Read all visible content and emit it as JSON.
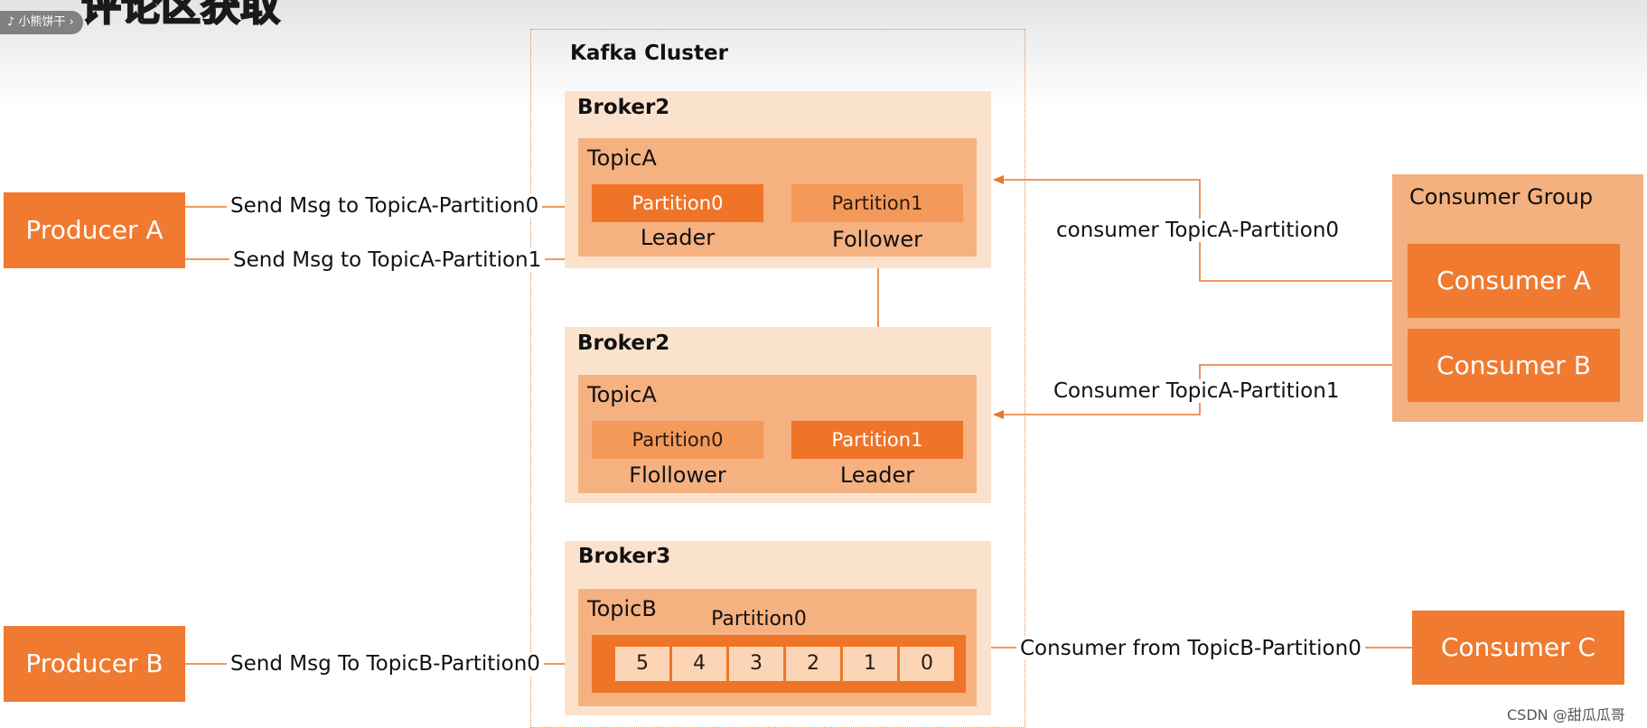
{
  "overlay": {
    "author": "小熊饼干",
    "banner": "评论区获取",
    "watermark": "CSDN @甜瓜瓜哥"
  },
  "cluster": {
    "title": "Kafka Cluster"
  },
  "brokers": [
    {
      "name": "Broker2",
      "topic": "TopicA",
      "partitions": [
        {
          "label": "Partition0",
          "role": "Leader",
          "leader": true
        },
        {
          "label": "Partition1",
          "role": "Follower",
          "leader": false
        }
      ]
    },
    {
      "name": "Broker2",
      "topic": "TopicA",
      "partitions": [
        {
          "label": "Partition0",
          "role": "Flollower",
          "leader": false
        },
        {
          "label": "Partition1",
          "role": "Leader",
          "leader": true
        }
      ]
    },
    {
      "name": "Broker3",
      "topic": "TopicB",
      "partition_label": "Partition0",
      "messages": [
        "5",
        "4",
        "3",
        "2",
        "1",
        "0"
      ]
    }
  ],
  "producers": {
    "a": "Producer A",
    "b": "Producer B"
  },
  "consumer_group": {
    "title": "Consumer Group",
    "consumers": [
      "Consumer A",
      "Consumer B"
    ]
  },
  "consumer_c": "Consumer C",
  "edges": {
    "producer_a_p0": "Send Msg to TopicA-Partition0",
    "producer_a_p1": "Send Msg to TopicA-Partition1",
    "producer_b": "Send Msg To TopicB-Partition0",
    "consumer_a": "consumer TopicA-Partition0",
    "consumer_b": "Consumer TopicA-Partition1",
    "consumer_c": "Consumer from TopicB-Partition0"
  },
  "colors": {
    "accent": "#ef7428",
    "broker_bg": "#fbe2cd",
    "topic_bg": "#f6b181",
    "line": "#e8782e"
  }
}
